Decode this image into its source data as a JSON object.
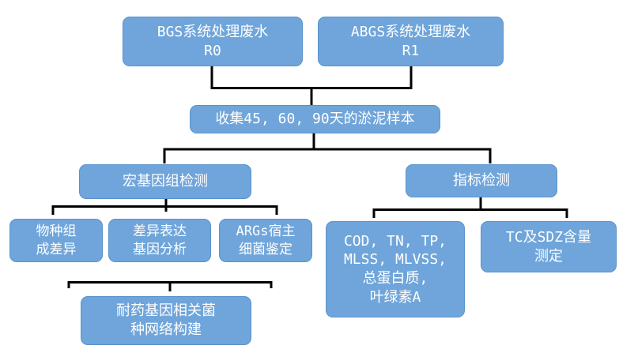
{
  "colors": {
    "node_fill": "#6FA5DA",
    "node_border": "#5A92CC",
    "node_text": "#FFFFFF",
    "connector": "#000000"
  },
  "nodes": {
    "bgs": {
      "label": "BGS系统处理废水\nR0"
    },
    "abgs": {
      "label": "ABGS系统处理废水\nR1"
    },
    "collect": {
      "label": "收集45, 60, 90天的淤泥样本"
    },
    "metagenome": {
      "label": "宏基因组检测"
    },
    "indicator": {
      "label": "指标检测"
    },
    "species": {
      "label": "物种组\n成差异"
    },
    "deg": {
      "label": "差异表达\n基因分析"
    },
    "args": {
      "label": "ARGs宿主\n细菌鉴定"
    },
    "cod": {
      "label": "COD, TN, TP,\nMLSS, MLVSS,\n总蛋白质,\n叶绿素A"
    },
    "tc": {
      "label": "TC及SDZ含量\n测定"
    },
    "network": {
      "label": "耐药基因相关菌\n种网络构建"
    }
  },
  "edges": [
    {
      "from": "bgs",
      "to": "collect"
    },
    {
      "from": "abgs",
      "to": "collect"
    },
    {
      "from": "collect",
      "to": "metagenome"
    },
    {
      "from": "collect",
      "to": "indicator"
    },
    {
      "from": "metagenome",
      "to": "species"
    },
    {
      "from": "metagenome",
      "to": "deg"
    },
    {
      "from": "metagenome",
      "to": "args"
    },
    {
      "from": "indicator",
      "to": "cod"
    },
    {
      "from": "indicator",
      "to": "tc"
    },
    {
      "from": "species",
      "to": "network"
    },
    {
      "from": "deg",
      "to": "network"
    },
    {
      "from": "args",
      "to": "network"
    }
  ]
}
